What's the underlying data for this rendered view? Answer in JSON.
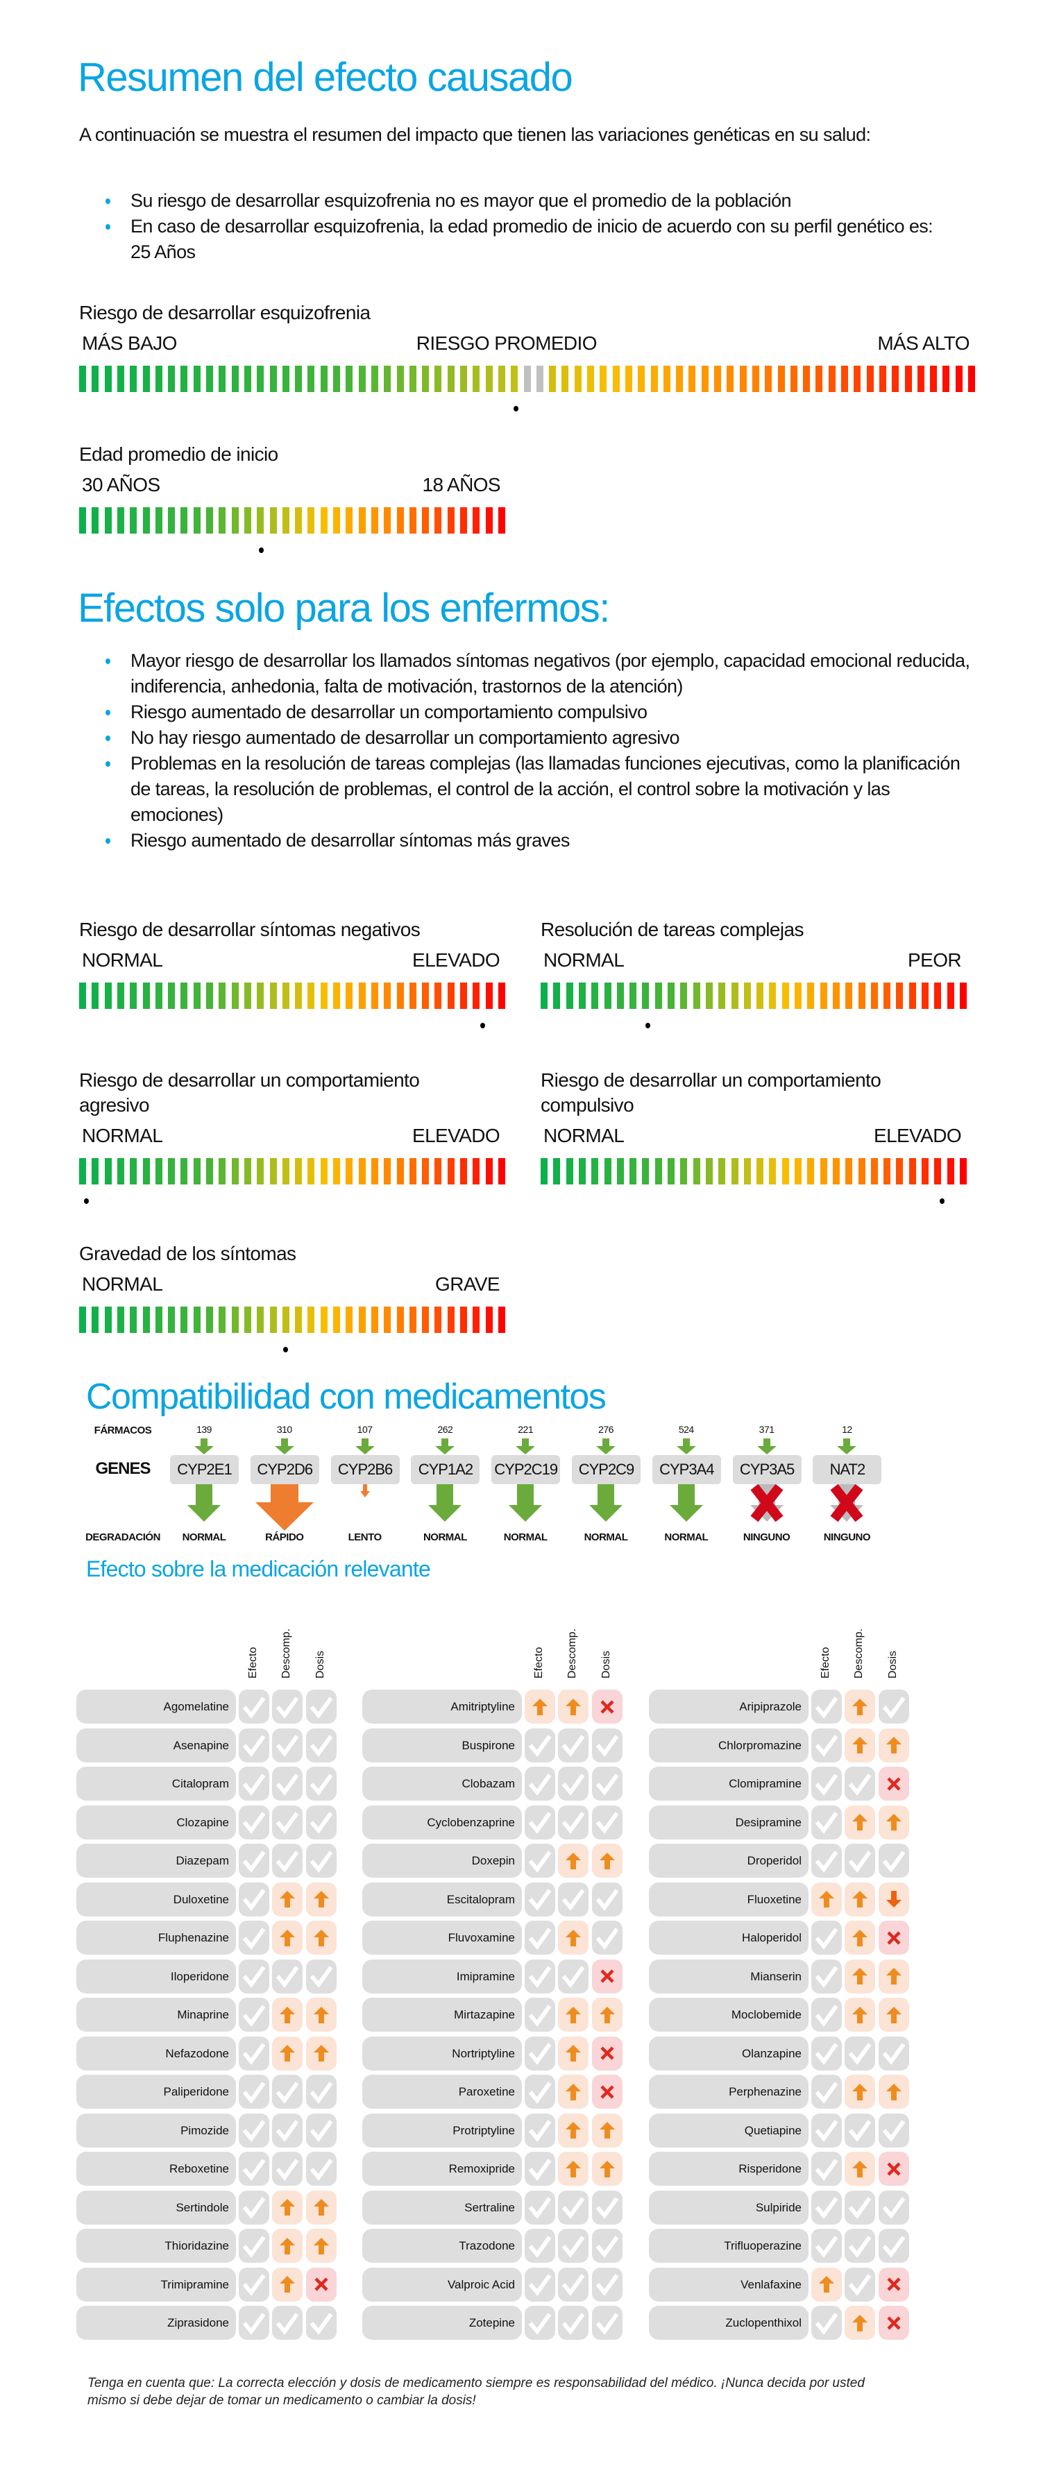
{
  "summary": {
    "title": "Resumen del efecto causado",
    "intro": "A continuación se muestra el resumen del impacto que tienen las variaciones genéticas en su salud:",
    "bullets": [
      "Su riesgo de desarrollar esquizofrenia no es mayor que el promedio de la población",
      "En caso de desarrollar esquizofrenia, la edad promedio de inicio de acuerdo con su perfil genético es: 25 Años"
    ],
    "gauges": [
      {
        "title": "Riesgo de desarrollar esquizofrenia",
        "left_label": "MÁS BAJO",
        "mid_label": "RIESGO PROMEDIO",
        "right_label": "MÁS ALTO",
        "marker": 0.49,
        "neutral_color": "#c0c0c0"
      },
      {
        "title": "Edad promedio de inicio",
        "left_label": "30 AÑOS",
        "right_label": "18 AÑOS",
        "marker": 0.43
      }
    ]
  },
  "effects": {
    "title": "Efectos solo para los enfermos:",
    "bullets": [
      "Mayor riesgo de desarrollar los llamados síntomas negativos (por ejemplo, capacidad emocional reducida, indiferencia, anhedonia, falta de motivación, trastornos de la atención)",
      "Riesgo aumentado de desarrollar un comportamiento compulsivo",
      "No hay riesgo aumentado de desarrollar un comportamiento agresivo",
      "Problemas en la resolución de tareas complejas (las llamadas funciones ejecutivas, como la planificación de tareas, la resolución de problemas, el control de la acción, el control sobre la motivación y las emociones)",
      "Riesgo aumentado de desarrollar síntomas más graves"
    ],
    "gauges": [
      {
        "title": "Riesgo de desarrollar síntomas negativos",
        "left_label": "NORMAL",
        "right_label": "ELEVADO",
        "marker": 0.965
      },
      {
        "title": "Resolución de tareas complejas",
        "left_label": "NORMAL",
        "right_label": "PEOR",
        "marker": 0.25
      },
      {
        "title": "Riesgo de desarrollar un comportamiento agresivo",
        "left_label": "NORMAL",
        "right_label": "ELEVADO",
        "marker": 0.01
      },
      {
        "title": "Riesgo de desarrollar un comportamiento compulsivo",
        "left_label": "NORMAL",
        "right_label": "ELEVADO",
        "marker": 0.96
      },
      {
        "title": "Gravedad de los síntomas",
        "left_label": "NORMAL",
        "right_label": "GRAVE",
        "marker": 0.49
      }
    ]
  },
  "compat": {
    "title": "Compatibilidad con medicamentos",
    "row_labels": {
      "drugs": "FÁRMACOS",
      "genes": "GENES",
      "degradation": "DEGRADACIÓN"
    },
    "colors": {
      "normal": "#6aab3c",
      "rapid": "#ee7d2f",
      "slow": "#ee7d2f",
      "none": "#d0081a"
    },
    "genes": [
      {
        "name": "CYP2E1",
        "drugs": "139",
        "degradation": "NORMAL",
        "status": "normal"
      },
      {
        "name": "CYP2D6",
        "drugs": "310",
        "degradation": "RÁPIDO",
        "status": "rapid"
      },
      {
        "name": "CYP2B6",
        "drugs": "107",
        "degradation": "LENTO",
        "status": "slow"
      },
      {
        "name": "CYP1A2",
        "drugs": "262",
        "degradation": "NORMAL",
        "status": "normal"
      },
      {
        "name": "CYP2C19",
        "drugs": "221",
        "degradation": "NORMAL",
        "status": "normal"
      },
      {
        "name": "CYP2C9",
        "drugs": "276",
        "degradation": "NORMAL",
        "status": "normal"
      },
      {
        "name": "CYP3A4",
        "drugs": "524",
        "degradation": "NORMAL",
        "status": "normal"
      },
      {
        "name": "CYP3A5",
        "drugs": "371",
        "degradation": "NINGUNO",
        "status": "none"
      },
      {
        "name": "NAT2",
        "drugs": "12",
        "degradation": "NINGUNO",
        "status": "none"
      }
    ]
  },
  "medication": {
    "title": "Efecto sobre la medicación relevante",
    "headers": [
      "Efecto",
      "Descomp.",
      "Dosis"
    ],
    "legend_states": {
      "ok": "check-icon",
      "up": "arrow-up-icon",
      "down": "arrow-down-icon",
      "x": "cross-icon"
    },
    "columns": [
      [
        [
          "Agomelatine",
          "ok",
          "ok",
          "ok"
        ],
        [
          "Asenapine",
          "ok",
          "ok",
          "ok"
        ],
        [
          "Citalopram",
          "ok",
          "ok",
          "ok"
        ],
        [
          "Clozapine",
          "ok",
          "ok",
          "ok"
        ],
        [
          "Diazepam",
          "ok",
          "ok",
          "ok"
        ],
        [
          "Duloxetine",
          "ok",
          "up",
          "up"
        ],
        [
          "Fluphenazine",
          "ok",
          "up",
          "up"
        ],
        [
          "Iloperidone",
          "ok",
          "ok",
          "ok"
        ],
        [
          "Minaprine",
          "ok",
          "up",
          "up"
        ],
        [
          "Nefazodone",
          "ok",
          "up",
          "up"
        ],
        [
          "Paliperidone",
          "ok",
          "ok",
          "ok"
        ],
        [
          "Pimozide",
          "ok",
          "ok",
          "ok"
        ],
        [
          "Reboxetine",
          "ok",
          "ok",
          "ok"
        ],
        [
          "Sertindole",
          "ok",
          "up",
          "up"
        ],
        [
          "Thioridazine",
          "ok",
          "up",
          "up"
        ],
        [
          "Trimipramine",
          "ok",
          "up",
          "x"
        ],
        [
          "Ziprasidone",
          "ok",
          "ok",
          "ok"
        ]
      ],
      [
        [
          "Amitriptyline",
          "up",
          "up",
          "x"
        ],
        [
          "Buspirone",
          "ok",
          "ok",
          "ok"
        ],
        [
          "Clobazam",
          "ok",
          "ok",
          "ok"
        ],
        [
          "Cyclobenzaprine",
          "ok",
          "ok",
          "ok"
        ],
        [
          "Doxepin",
          "ok",
          "up",
          "up"
        ],
        [
          "Escitalopram",
          "ok",
          "ok",
          "ok"
        ],
        [
          "Fluvoxamine",
          "ok",
          "up",
          "ok"
        ],
        [
          "Imipramine",
          "ok",
          "ok",
          "x"
        ],
        [
          "Mirtazapine",
          "ok",
          "up",
          "up"
        ],
        [
          "Nortriptyline",
          "ok",
          "up",
          "x"
        ],
        [
          "Paroxetine",
          "ok",
          "up",
          "x"
        ],
        [
          "Protriptyline",
          "ok",
          "up",
          "up"
        ],
        [
          "Remoxipride",
          "ok",
          "up",
          "up"
        ],
        [
          "Sertraline",
          "ok",
          "ok",
          "ok"
        ],
        [
          "Trazodone",
          "ok",
          "ok",
          "ok"
        ],
        [
          "Valproic Acid",
          "ok",
          "ok",
          "ok"
        ],
        [
          "Zotepine",
          "ok",
          "ok",
          "ok"
        ]
      ],
      [
        [
          "Aripiprazole",
          "ok",
          "up",
          "ok"
        ],
        [
          "Chlorpromazine",
          "ok",
          "up",
          "up"
        ],
        [
          "Clomipramine",
          "ok",
          "ok",
          "x"
        ],
        [
          "Desipramine",
          "ok",
          "up",
          "up"
        ],
        [
          "Droperidol",
          "ok",
          "ok",
          "ok"
        ],
        [
          "Fluoxetine",
          "up",
          "up",
          "down"
        ],
        [
          "Haloperidol",
          "ok",
          "up",
          "x"
        ],
        [
          "Mianserin",
          "ok",
          "up",
          "up"
        ],
        [
          "Moclobemide",
          "ok",
          "up",
          "up"
        ],
        [
          "Olanzapine",
          "ok",
          "ok",
          "ok"
        ],
        [
          "Perphenazine",
          "ok",
          "up",
          "up"
        ],
        [
          "Quetiapine",
          "ok",
          "ok",
          "ok"
        ],
        [
          "Risperidone",
          "ok",
          "up",
          "x"
        ],
        [
          "Sulpiride",
          "ok",
          "ok",
          "ok"
        ],
        [
          "Trifluoperazine",
          "ok",
          "ok",
          "ok"
        ],
        [
          "Venlafaxine",
          "up",
          "ok",
          "x"
        ],
        [
          "Zuclopenthixol",
          "ok",
          "up",
          "x"
        ]
      ]
    ],
    "footnote": "Tenga en cuenta que: La correcta elección y dosis de medicamento siempre es responsabilidad del médico. ¡Nunca decida por usted mismo si debe dejar de tomar un medicamento o cambiar la dosis!"
  }
}
